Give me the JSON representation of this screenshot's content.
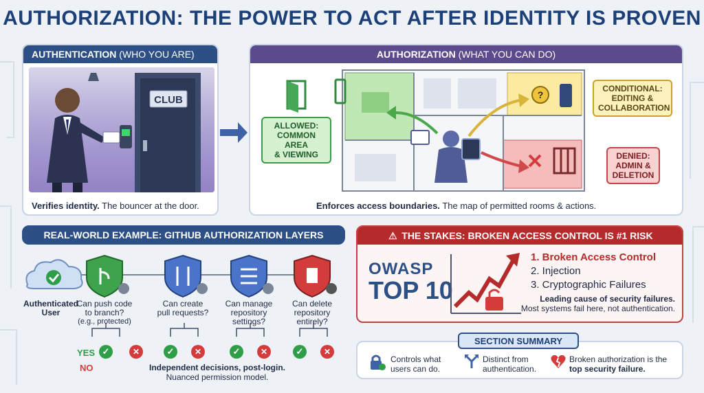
{
  "title": "AUTHORIZATION: THE POWER TO ACT AFTER IDENTITY IS PROVEN",
  "authn": {
    "head_bold": "AUTHENTICATION",
    "head_light": "(WHO YOU ARE)",
    "sign": "CLUB",
    "caption_bold": "Verifies identity.",
    "caption_rest": "The bouncer at the door."
  },
  "authz": {
    "head_bold": "AUTHORIZATION",
    "head_light": "(WHAT YOU CAN DO)",
    "allowed": "ALLOWED:\nCOMMON AREA\n& VIEWING",
    "conditional": "CONDITIONAL:\nEDITING &\nCOLLABORATION",
    "denied": "DENIED:\nADMIN &\nDELETION",
    "caption_bold": "Enforces access boundaries.",
    "caption_rest": "The map of permitted rooms & actions."
  },
  "github": {
    "head": "REAL-WORLD EXAMPLE: GITHUB AUTHORIZATION LAYERS",
    "user": "Authenticated\nUser",
    "q1": "Can push code\nto branch?",
    "q1_note": "(e.g., protected)",
    "q2": "Can create\npull requests?",
    "q3": "Can manage\nrepository\nsettings?",
    "q4": "Can delete\nrepository\nentirely?",
    "yes": "YES",
    "no": "NO",
    "note_bold": "Independent decisions, post-login.",
    "note_rest": "Nuanced permission model."
  },
  "stakes": {
    "head": "THE STAKES: BROKEN ACCESS CONTROL IS #1 RISK",
    "owasp": "OWASP",
    "top10": "TOP 10",
    "item1": "1. Broken Access Control",
    "item2": "2. Injection",
    "item3": "3. Cryptographic Failures",
    "note_bold": "Leading cause of security failures.",
    "note_rest": "Most systems fail here, not authentication."
  },
  "summary": {
    "head": "SECTION SUMMARY",
    "s1": "Controls what\nusers can do.",
    "s2": "Distinct from\nauthentication.",
    "s3_rest": "Broken authorization is the",
    "s3_bold": "top security failure."
  },
  "colors": {
    "navy": "#2c4f86",
    "purple": "#5b4a8c",
    "red": "#b52a2a",
    "green": "#2f9e48",
    "green_room": "#bfe8b5",
    "yellow_room": "#fbeaa0",
    "red_room": "#f6bcbc"
  },
  "icons": [
    "check-icon",
    "cross-icon",
    "cloud-check-icon",
    "branch-shield-icon",
    "pull-request-shield-icon",
    "settings-shield-icon",
    "trash-shield-icon",
    "lock-icon",
    "split-arrow-icon",
    "broken-heart-icon",
    "warning-icon"
  ]
}
